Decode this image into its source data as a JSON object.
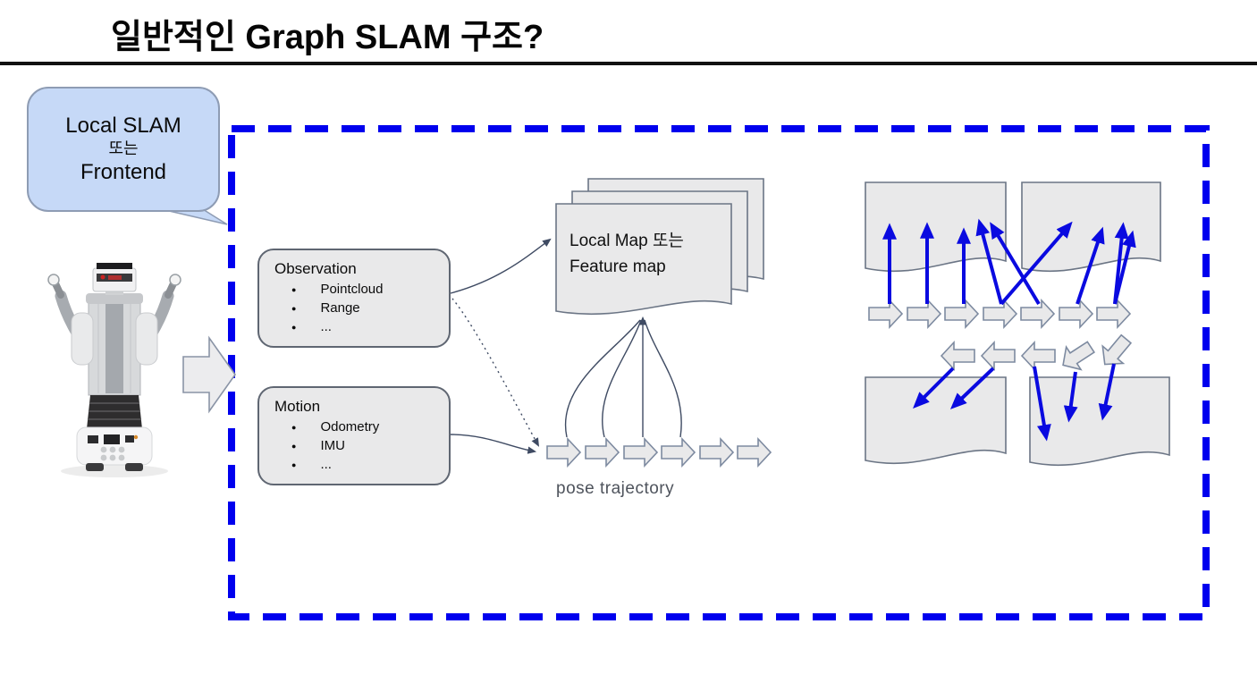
{
  "slide": {
    "title": "일반적인 Graph SLAM 구조?",
    "callout": {
      "line1": "Local SLAM",
      "line2": "또는",
      "line3": "Frontend"
    },
    "observation_box": {
      "title": "Observation",
      "items": [
        "Pointcloud",
        "Range",
        "..."
      ]
    },
    "motion_box": {
      "title": "Motion",
      "items": [
        "Odometry",
        "IMU",
        "..."
      ]
    },
    "local_map_label": {
      "line1": "Local Map 또는",
      "line2": "Feature map"
    },
    "pose_trajectory_label": "pose trajectory",
    "colors": {
      "dashed_border": "#0000ee",
      "blue_arrow": "#0a0ae0",
      "bubble_fill": "#c6d9f7",
      "shape_fill": "#e9e9ea",
      "shape_stroke": "#7d8aa0",
      "connector": "#3f4b63"
    }
  }
}
